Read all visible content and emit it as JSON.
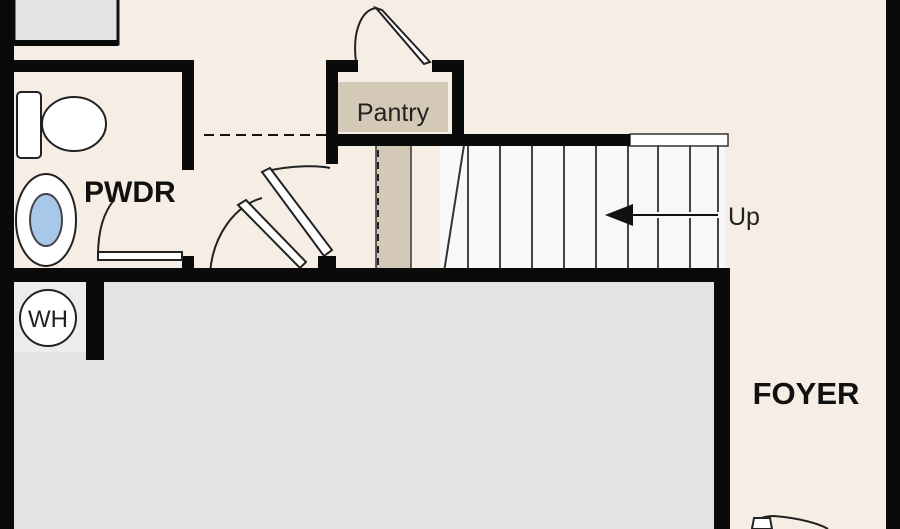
{
  "rooms": {
    "pwdr": "PWDR",
    "pantry": "Pantry",
    "foyer": "FOYER"
  },
  "fixtures": {
    "water_heater": "WH"
  },
  "stairs": {
    "direction_label": "Up"
  },
  "colors": {
    "background": "#f6eee4",
    "wall": "#0a0a0a",
    "garage_fill": "#e3e3e3",
    "pantry_shelf": "#d3c9b6",
    "sink_basin": "#a8c8ea",
    "fixture_fill": "#ffffff"
  }
}
